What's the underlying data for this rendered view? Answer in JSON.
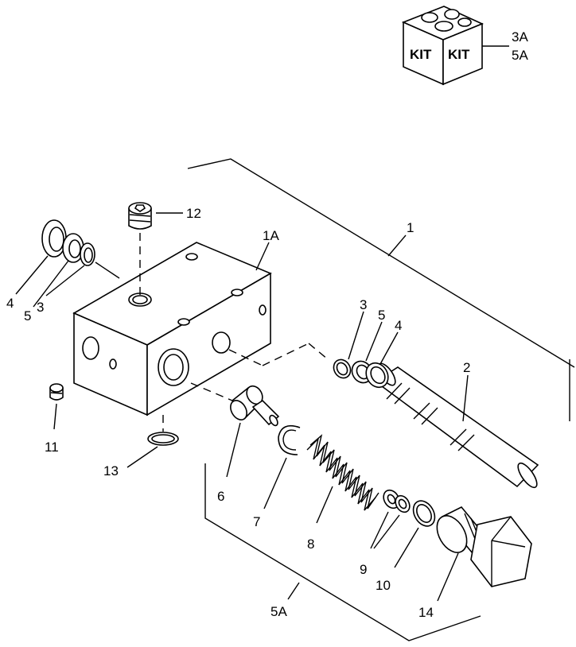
{
  "kit_box": {
    "face_left": "KIT",
    "face_right": "KIT",
    "callouts": [
      "3A",
      "5A"
    ]
  },
  "callouts": {
    "c1": "1",
    "c1a": "1A",
    "c2": "2",
    "c3_left": "3",
    "c3_right": "3",
    "c4_left": "4",
    "c4_right": "4",
    "c5_left": "5",
    "c5_right": "5",
    "c5a": "5A",
    "c6": "6",
    "c7": "7",
    "c8": "8",
    "c9": "9",
    "c10": "10",
    "c11": "11",
    "c12": "12",
    "c13": "13",
    "c14": "14"
  }
}
